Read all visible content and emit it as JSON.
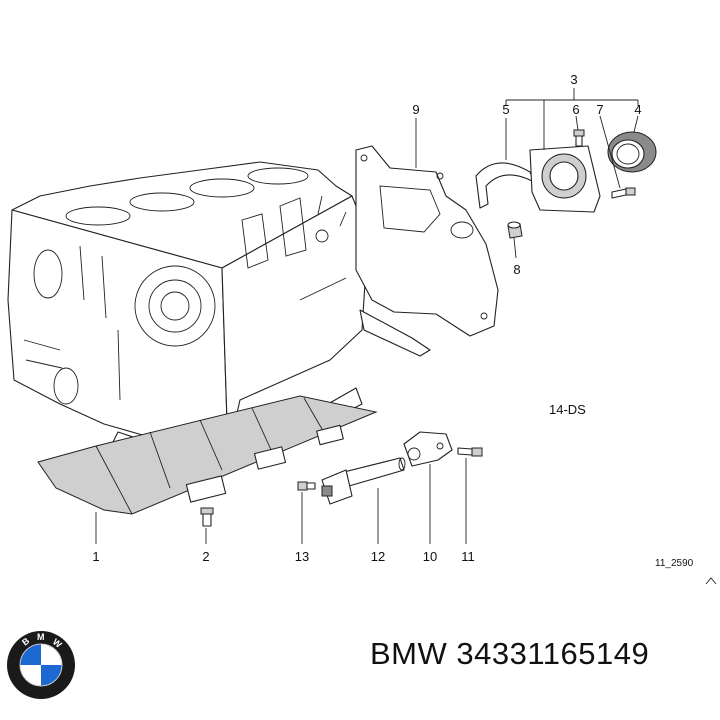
{
  "callouts": {
    "c1": "1",
    "c2": "2",
    "c3": "3",
    "c4": "4",
    "c5": "5",
    "c6": "6",
    "c7": "7",
    "c8": "8",
    "c9": "9",
    "c10": "10",
    "c11": "11",
    "c12": "12",
    "c13": "13"
  },
  "diagram_ref": "14-DS",
  "figure_id": "11_2590",
  "caption": "BMW 34331165149",
  "logo_text": [
    "B",
    "M",
    "W"
  ],
  "colors": {
    "logo_blue": "#1c69d4",
    "logo_ring": "#1a1a1a"
  }
}
